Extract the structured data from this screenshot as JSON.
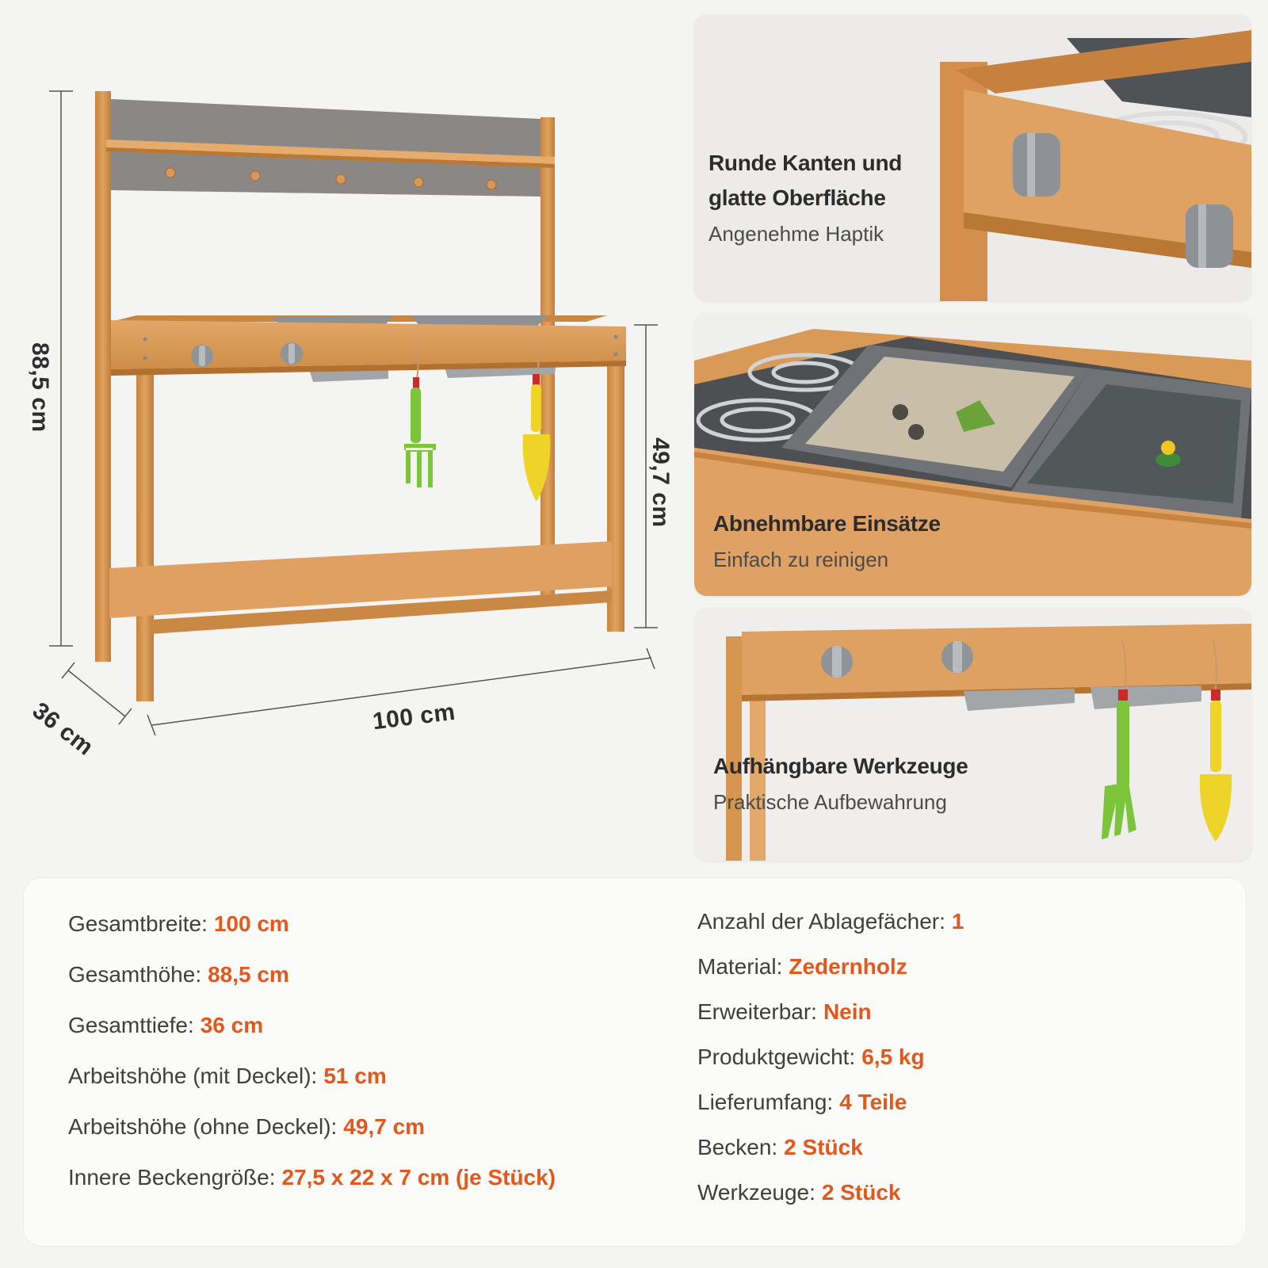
{
  "dimensions": {
    "height_total": "88,5 cm",
    "height_work": "49,7 cm",
    "width": "100 cm",
    "depth": "36 cm"
  },
  "features": [
    {
      "title_line1": "Runde Kanten und",
      "title_line2": "glatte Oberfläche",
      "subtitle": "Angenehme Haptik"
    },
    {
      "title_line1": "Abnehmbare Einsätze",
      "title_line2": "",
      "subtitle": "Einfach zu reinigen"
    },
    {
      "title_line1": "Aufhängbare Werkzeuge",
      "title_line2": "",
      "subtitle": "Praktische Aufbewahrung"
    }
  ],
  "specs_left": [
    {
      "label": "Gesamtbreite:",
      "value": "100 cm"
    },
    {
      "label": "Gesamthöhe:",
      "value": "88,5 cm"
    },
    {
      "label": "Gesamttiefe:",
      "value": "36 cm"
    },
    {
      "label": "Arbeitshöhe (mit Deckel):",
      "value": "51 cm"
    },
    {
      "label": "Arbeitshöhe (ohne Deckel):",
      "value": "49,7 cm"
    },
    {
      "label": "Innere Beckengröße:",
      "value": "27,5 x 22 x 7 cm (je Stück)"
    }
  ],
  "specs_right": [
    {
      "label": "Anzahl der Ablagefächer:",
      "value": "1"
    },
    {
      "label": "Material:",
      "value": "Zedernholz"
    },
    {
      "label": "Erweiterbar:",
      "value": "Nein"
    },
    {
      "label": "Produktgewicht:",
      "value": "6,5 kg"
    },
    {
      "label": "Lieferumfang:",
      "value": "4 Teile"
    },
    {
      "label": "Becken:",
      "value": "2 Stück"
    },
    {
      "label": "Werkzeuge:",
      "value": "2 Stück"
    }
  ],
  "colors": {
    "accent": "#e2581d",
    "wood": "#d99a55",
    "wood_dark": "#b87533",
    "board": "#8a8684",
    "basin": "#7d8186",
    "green_tool": "#7cc43a",
    "yellow_tool": "#eed428"
  },
  "icons": [
    "knob-icon",
    "garden-fork-icon",
    "garden-trowel-icon",
    "stove-burner-icon",
    "duck-icon"
  ]
}
